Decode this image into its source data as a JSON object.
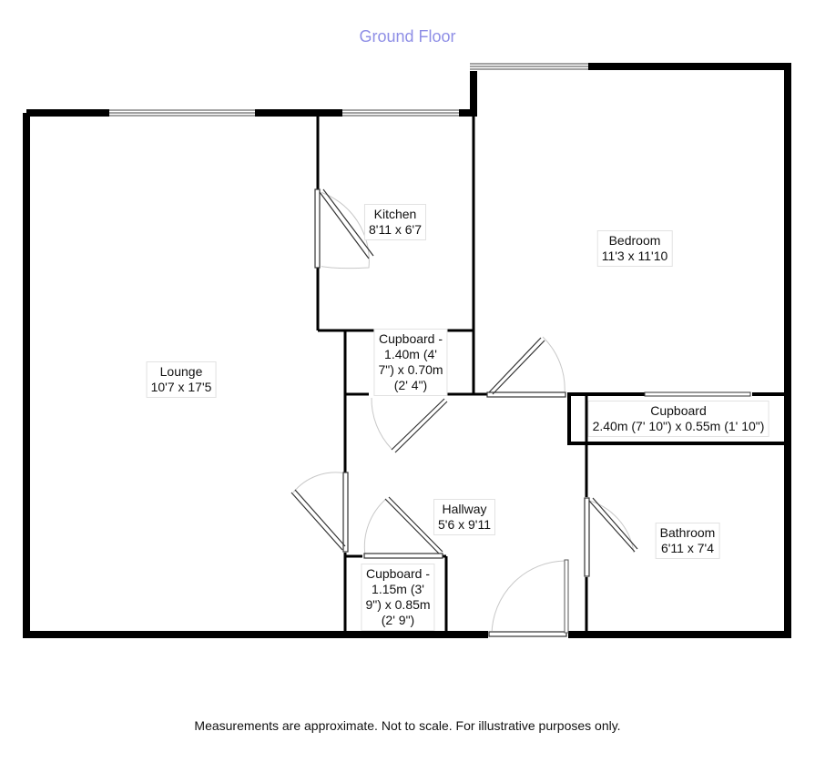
{
  "plan": {
    "title": "Ground Floor",
    "disclaimer": "Measurements are approximate. Not to scale. For illustrative purposes only.",
    "title_color": "#8f8fe6",
    "wall_color": "#000000",
    "window_color": "#444444",
    "door_color": "#333333"
  },
  "rooms": {
    "lounge": {
      "name": "Lounge",
      "size": "10'7 x 17'5"
    },
    "kitchen": {
      "name": "Kitchen",
      "size": "8'11 x 6'7"
    },
    "bedroom": {
      "name": "Bedroom",
      "size": "11'3 x 11'10"
    },
    "hallway": {
      "name": "Hallway",
      "size": "5'6 x 9'11"
    },
    "bathroom": {
      "name": "Bathroom",
      "size": "6'11 x 7'4"
    },
    "cupboard1": {
      "lines": [
        "Cupboard -",
        "1.40m (4'",
        "7\") x 0.70m",
        "(2' 4\")"
      ]
    },
    "cupboard2": {
      "lines": [
        "Cupboard",
        "2.40m (7' 10\") x 0.55m (1' 10\")"
      ]
    },
    "cupboard3": {
      "lines": [
        "Cupboard -",
        "1.15m (3'",
        "9\") x 0.85m",
        "(2' 9\")"
      ]
    }
  }
}
